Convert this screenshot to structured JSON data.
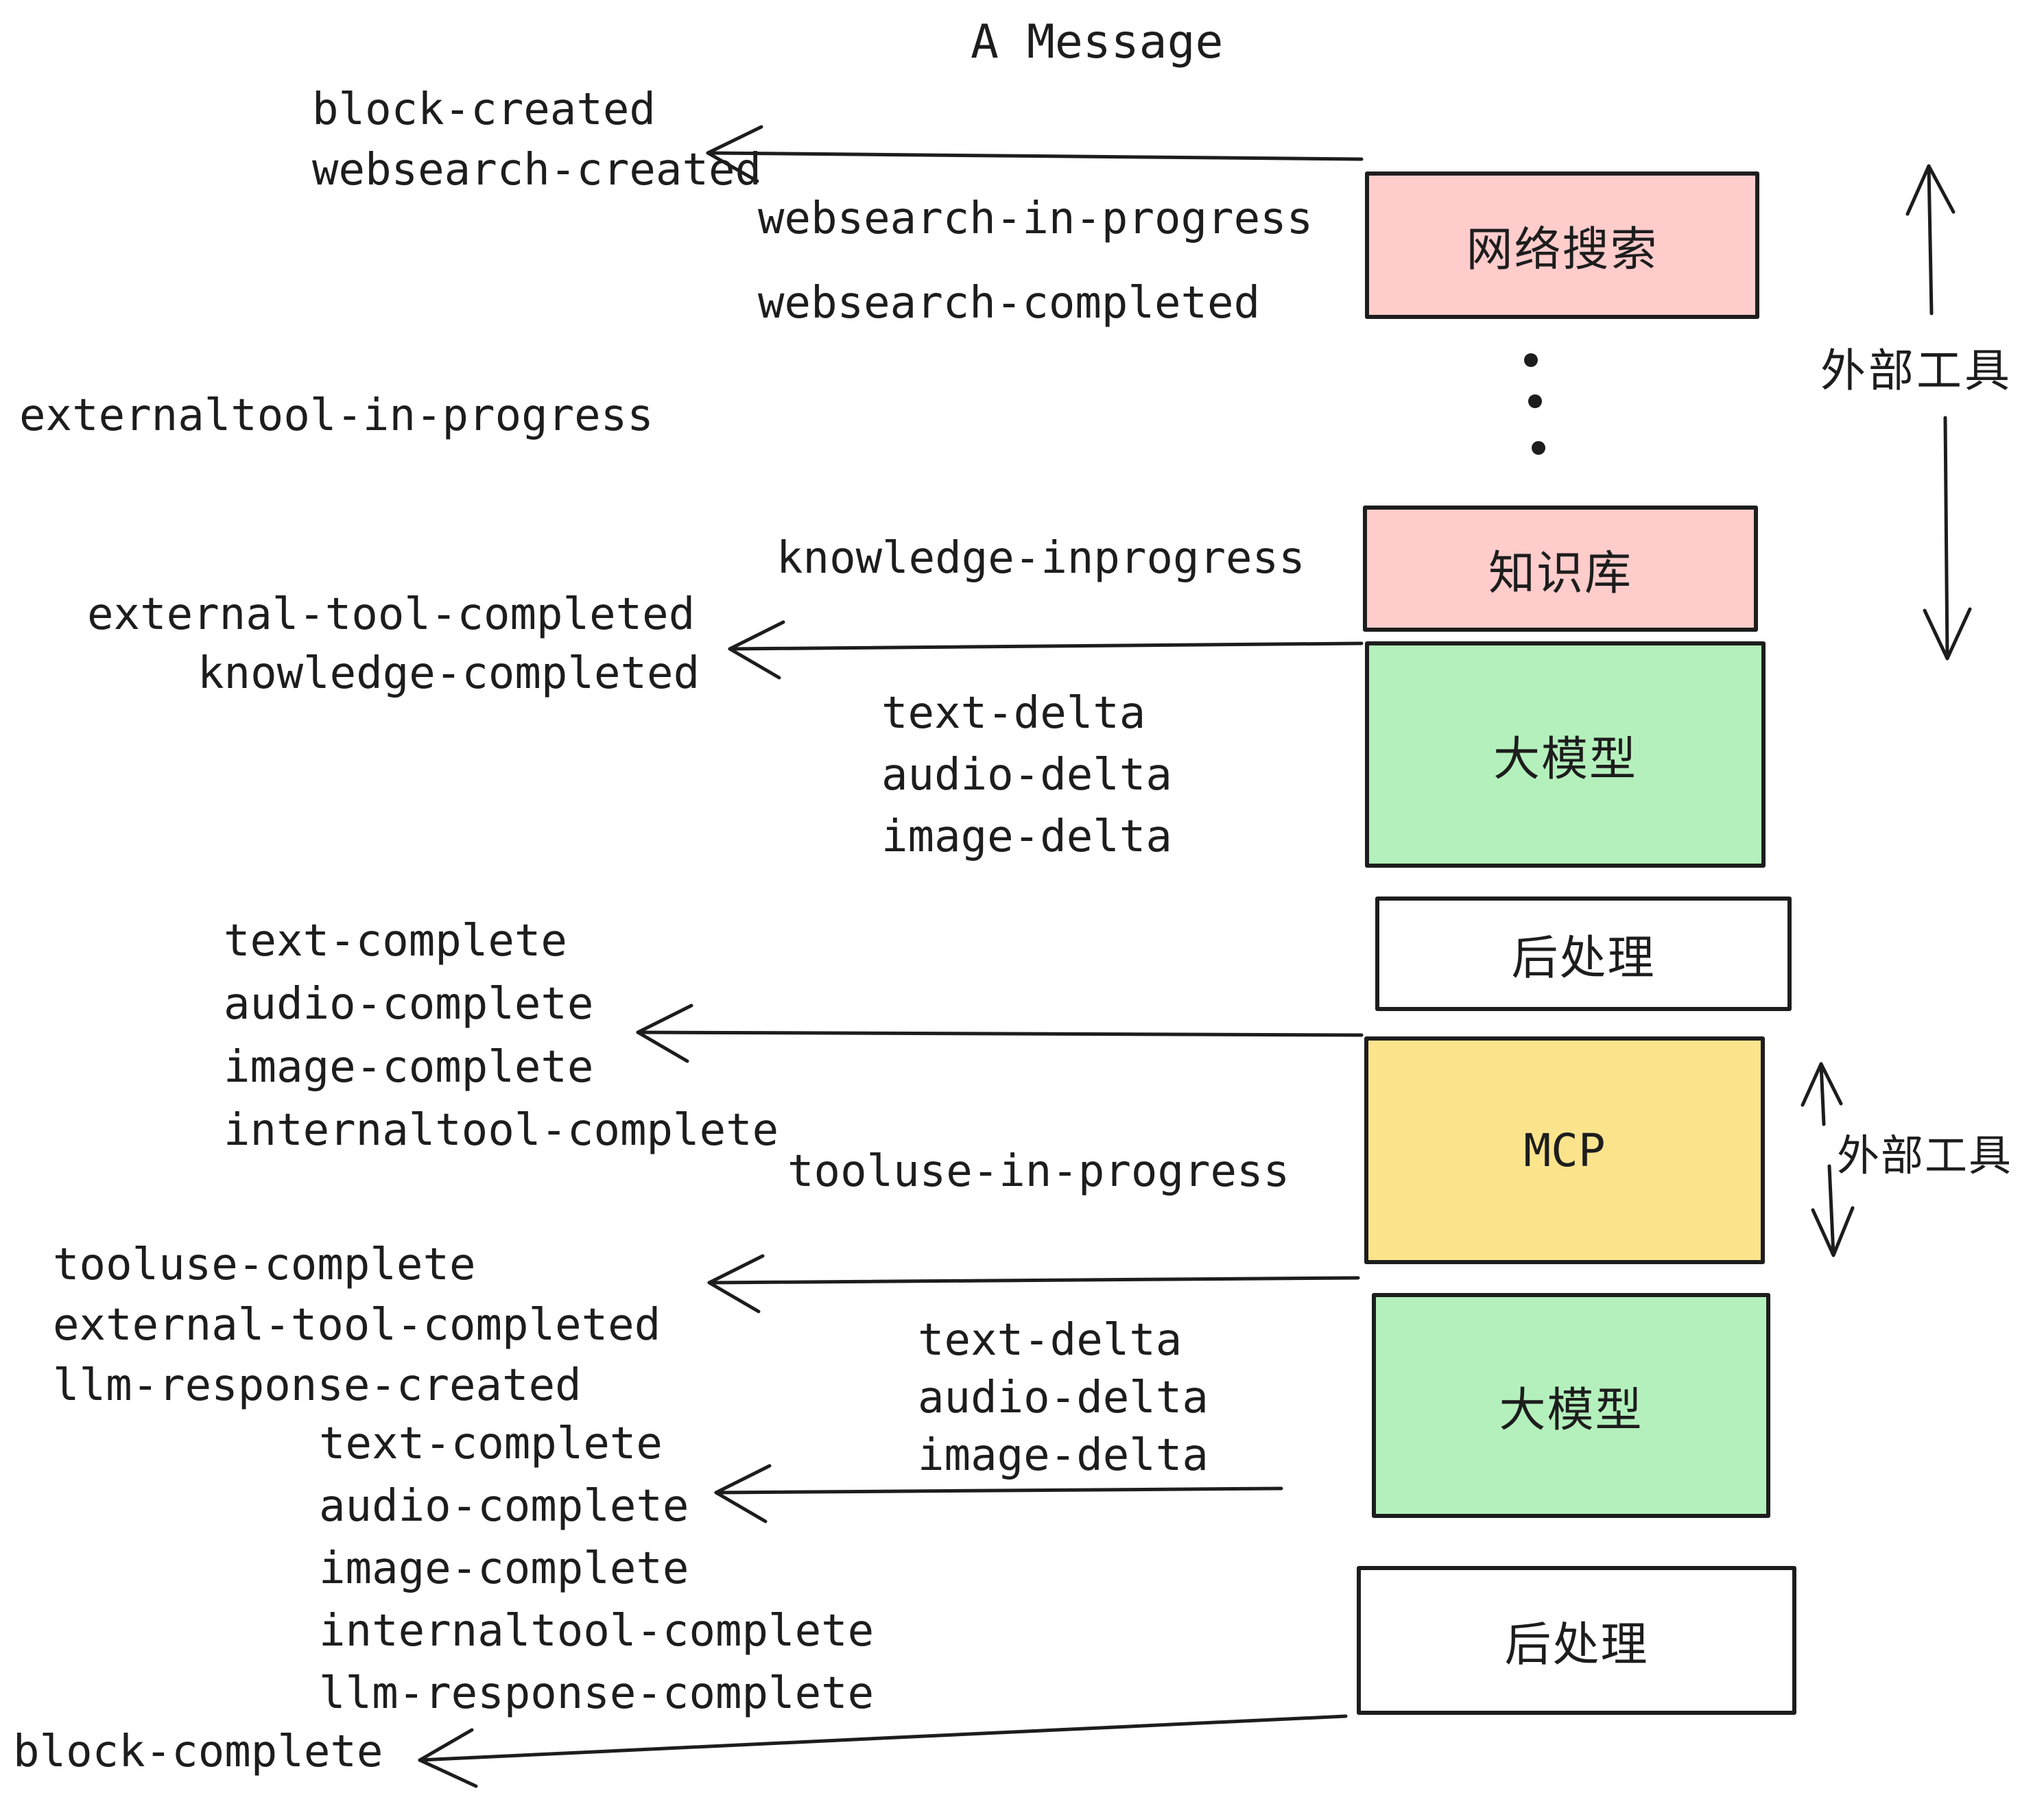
{
  "title": "A Message",
  "colors": {
    "stroke": "#1d1d1d",
    "pink": "#fecccb",
    "green": "#b4f0bc",
    "yellow": "#fbe48c",
    "white": "#ffffff"
  },
  "boxes": [
    {
      "label": "网络搜索",
      "color": "pink"
    },
    {
      "label": "知识库",
      "color": "pink"
    },
    {
      "label": "大模型",
      "color": "green"
    },
    {
      "label": "后处理",
      "color": "white"
    },
    {
      "label": "MCP",
      "color": "yellow"
    },
    {
      "label": "大模型",
      "color": "green"
    },
    {
      "label": "后处理",
      "color": "white"
    }
  ],
  "side_labels": [
    {
      "text": "外部工具"
    },
    {
      "text": "外部工具"
    }
  ],
  "events": {
    "block_created": "block-created",
    "websearch_created": "websearch-created",
    "websearch_in_progress": "websearch-in-progress",
    "websearch_completed": "websearch-completed",
    "externaltool_in_progress": "externaltool-in-progress",
    "knowledge_inprogress": "knowledge-inprogress",
    "external_tool_completed": "external-tool-completed",
    "knowledge_completed": "knowledge-completed",
    "tooluse_in_progress": "tooluse-in-progress",
    "tooluse_complete": "tooluse-complete",
    "external_tool_completed_2": "external-tool-completed",
    "llm_response_created": "llm-response-created",
    "block_complete": "block-complete"
  },
  "delta_groups": [
    [
      "text-delta",
      "audio-delta",
      "image-delta"
    ],
    [
      "text-delta",
      "audio-delta",
      "image-delta"
    ]
  ],
  "complete_groups": [
    [
      "text-complete",
      "audio-complete",
      "image-complete",
      "internaltool-complete"
    ],
    [
      "text-complete",
      "audio-complete",
      "image-complete",
      "internaltool-complete",
      "llm-response-complete"
    ]
  ]
}
